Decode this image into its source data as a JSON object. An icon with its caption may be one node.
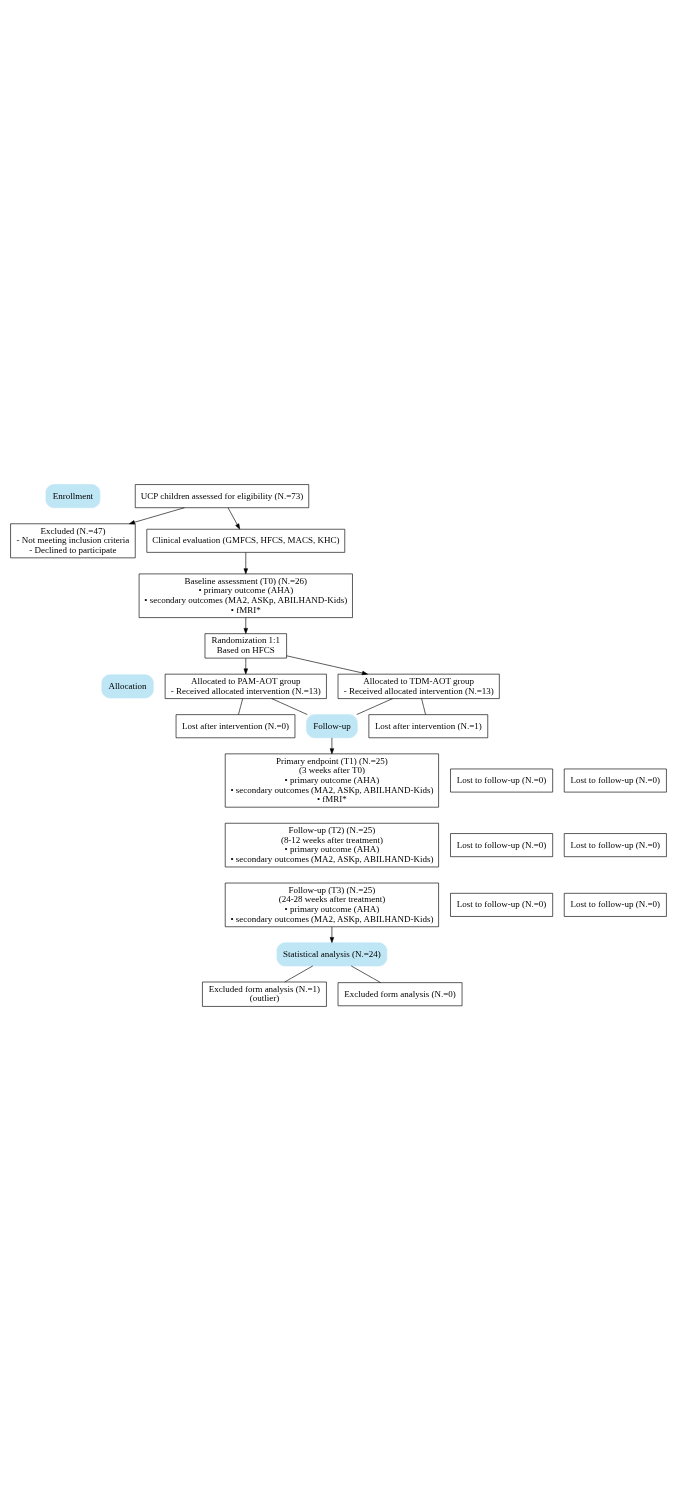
{
  "diagram": {
    "nodes": [
      {
        "text": [
          "Enrollment"
        ]
      },
      {
        "text": [
          "UCP children assessed for eligibility (N.=73)"
        ]
      },
      {
        "text": [
          "Excluded (N.=47)",
          "- Not meeting inclusion criteria",
          "- Declined to participate"
        ]
      },
      {
        "text": [
          "Clinical evaluation (GMFCS, HFCS, MACS, KHC)"
        ]
      },
      {
        "text": [
          "Baseline assessment (T0) (N.=26)",
          "• primary outcome (AHA)",
          "• secondary outcomes (MA2, ASKp, ABILHAND-Kids)",
          "• fMRI*"
        ]
      },
      {
        "text": [
          "Randomization 1:1",
          "Based on HFCS"
        ]
      },
      {
        "text": [
          "Allocation"
        ]
      },
      {
        "text": [
          "Allocated to PAM-AOT group",
          "- Received allocated intervention (N.=13)"
        ]
      },
      {
        "text": [
          "Allocated to TDM-AOT group",
          "- Received allocated intervention (N.=13)"
        ]
      },
      {
        "text": [
          "Lost after intervention (N.=0)"
        ]
      },
      {
        "text": [
          "Follow-up"
        ]
      },
      {
        "text": [
          "Lost after intervention (N.=1)"
        ]
      },
      {
        "text": [
          "Lost to follow-up (N.=0)"
        ]
      },
      {
        "text": [
          "Primary endpoint (T1) (N.=25)",
          "(3 weeks after T0)",
          "• primary outcome (AHA)",
          "• secondary outcomes (MA2, ASKp, ABILHAND-Kids)",
          "• fMRI*"
        ]
      },
      {
        "text": [
          "Lost to follow-up (N.=0)"
        ]
      },
      {
        "text": [
          "Lost to follow-up (N.=0)"
        ]
      },
      {
        "text": [
          "Follow-up (T2) (N.=25)",
          "(8-12 weeks after treatment)",
          "• primary outcome (AHA)",
          "• secondary outcomes (MA2, ASKp, ABILHAND-Kids)"
        ]
      },
      {
        "text": [
          "Lost to follow-up (N.=0)"
        ]
      },
      {
        "text": [
          "Lost to follow-up (N.=0)"
        ]
      },
      {
        "text": [
          "Follow-up (T3) (N.=25)",
          "(24-28 weeks after treatment)",
          "• primary outcome (AHA)",
          "• secondary outcomes (MA2, ASKp, ABILHAND-Kids)"
        ]
      },
      {
        "text": [
          "Lost to follow-up (N.=0)"
        ]
      },
      {
        "text": [
          "Statistical analysis (N.=24)"
        ]
      },
      {
        "text": [
          "Excluded form analysis (N.=1)",
          "(outlier)"
        ]
      },
      {
        "text": [
          "Excluded form analysis (N.=0)"
        ]
      }
    ],
    "edges": [
      {
        "from": 1,
        "to": 3,
        "arrow": "to"
      },
      {
        "from": 1,
        "to": 2,
        "arrow": "to"
      },
      {
        "from": 3,
        "to": 4,
        "arrow": "to"
      },
      {
        "from": 4,
        "to": 5,
        "arrow": "to"
      },
      {
        "from": 5,
        "to": 7,
        "arrow": "to"
      },
      {
        "from": 5,
        "to": 8,
        "arrow": "to"
      },
      {
        "from": 7,
        "to": 9,
        "arrow": "none"
      },
      {
        "from": 7,
        "to": 10,
        "arrow": "none"
      },
      {
        "from": 8,
        "to": 10,
        "arrow": "none"
      },
      {
        "from": 8,
        "to": 11,
        "arrow": "none"
      },
      {
        "from": 10,
        "to": 13,
        "arrow": "to"
      },
      {
        "from": 19,
        "to": 21,
        "arrow": "to"
      },
      {
        "from": 21,
        "to": 22,
        "arrow": "none"
      },
      {
        "from": 21,
        "to": 23,
        "arrow": "none"
      }
    ]
  }
}
